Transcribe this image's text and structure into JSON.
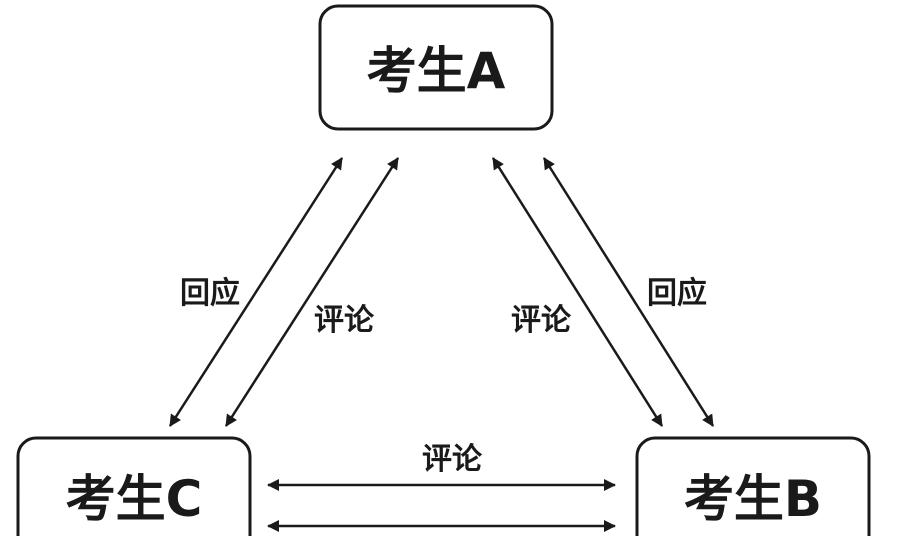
{
  "nodes": {
    "a": {
      "label": "考生A"
    },
    "b": {
      "label": "考生B"
    },
    "c": {
      "label": "考生C"
    }
  },
  "edges": {
    "ca_response": {
      "label": "回应"
    },
    "ca_comment": {
      "label": "评论"
    },
    "ab_comment": {
      "label": "评论"
    },
    "ab_response": {
      "label": "回应"
    },
    "cb_comment": {
      "label": "评论"
    }
  },
  "colors": {
    "stroke": "#1a1a1a",
    "background": "#ffffff"
  }
}
